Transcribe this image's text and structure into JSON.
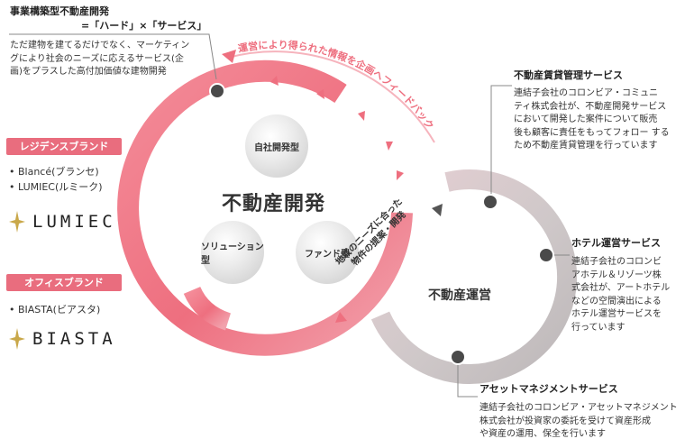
{
  "top_left": {
    "title": "事業構築型不動産開発",
    "subtitle": "=「ハード」×「サービス」",
    "description": [
      "ただ建物を建てるだけでなく、マーケティン",
      "グにより社会のニーズに応えるサービス(企",
      "画)をプラスした高付加価値な建物開発"
    ]
  },
  "residence": {
    "badge": "レジデンスブランド",
    "items": [
      "• Blancé(ブランセ)",
      "• LUMIEC(ルミーク)"
    ],
    "logo_text": "LUMIEC"
  },
  "office": {
    "badge": "オフィスブランド",
    "items": [
      "• BIASTA(ビアスタ)"
    ],
    "logo_text": "BIASTA"
  },
  "center": {
    "title": "不動産開発",
    "hubs": [
      "自社開発型",
      "ソリューション型",
      "ファンド型"
    ]
  },
  "operations": {
    "title": "不動産運営"
  },
  "arrow_labels": {
    "feedback": "運営により得られた情報を企画へフィードバック",
    "proposal_line1": "地域のニーズに合った",
    "proposal_line2": "物件の提案・開発"
  },
  "services": {
    "rental": {
      "title": "不動産賃貸管理サービス",
      "lines": [
        "連結子会社のコロンビア・コミュニ",
        "ティ株式会社が、不動産開発サービス",
        "において開発した案件について販売",
        "後も顧客に責任をもってフォロー する",
        "ため不動産賃貸管理を行っています"
      ]
    },
    "hotel": {
      "title": "ホテル運営サービス",
      "lines": [
        "連結子会社のコロンビ",
        "アホテル＆リゾーツ株",
        "式会社が、アートホテル",
        "などの空間演出による",
        "ホテル運営サービスを",
        "行っています"
      ]
    },
    "asset": {
      "title": "アセットマネジメントサービス",
      "lines": [
        "連結子会社のコロンビア・アセットマネジメント",
        "株式会社が投資家の委託を受けて資産形成",
        "や資産の運用、保全を行います"
      ]
    }
  },
  "colors": {
    "pink": "#ee6f7f",
    "pink_light": "#f6b4bd",
    "grey": "#c9c5c6",
    "dot": "#4a4a4a"
  }
}
